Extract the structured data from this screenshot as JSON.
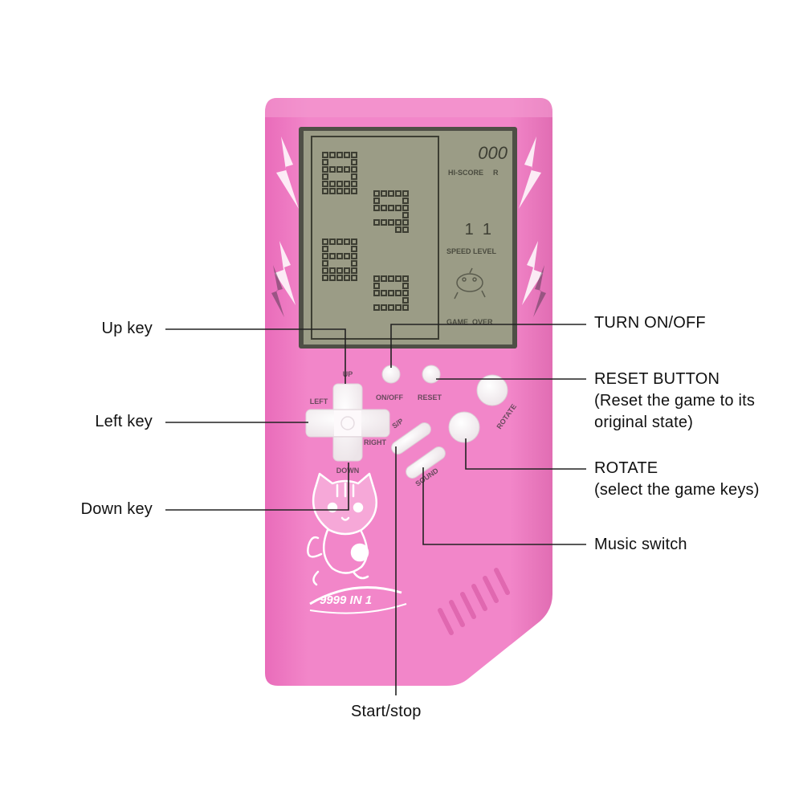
{
  "device": {
    "brand_text": "9999 IN 1",
    "screen": {
      "score_digits": "000",
      "hi_score_label": "HI-SCORE",
      "hi_score_marker": "R",
      "speed_level_digits": "1  1",
      "speed_level_label": "SPEED LEVEL",
      "game_over_label": "GAME  OVER"
    },
    "button_labels": {
      "up": "UP",
      "left": "LEFT",
      "right": "RIGHT",
      "down": "DOWN",
      "on_off": "ON/OFF",
      "reset": "RESET",
      "start_pause": "S/P",
      "sound": "SOUND",
      "rotate": "ROTATE"
    },
    "colors": {
      "body": "#f07fc4",
      "body_shade": "#e16db3",
      "screen_bezel": "#4f4f46",
      "lcd": "#9b9c86",
      "lcd_pixel": "#3d3e33",
      "button": "#fbf6f8"
    }
  },
  "callouts": {
    "up_key": "Up key",
    "left_key": "Left key",
    "down_key": "Down key",
    "turn_on_off": "TURN ON/OFF",
    "reset_button": {
      "line1": "RESET BUTTON",
      "line2": "(Reset the game to its",
      "line3": "original state)"
    },
    "rotate": {
      "line1": "ROTATE",
      "line2": "(select the game keys)"
    },
    "music_switch": "Music switch",
    "start_stop": "Start/stop"
  }
}
